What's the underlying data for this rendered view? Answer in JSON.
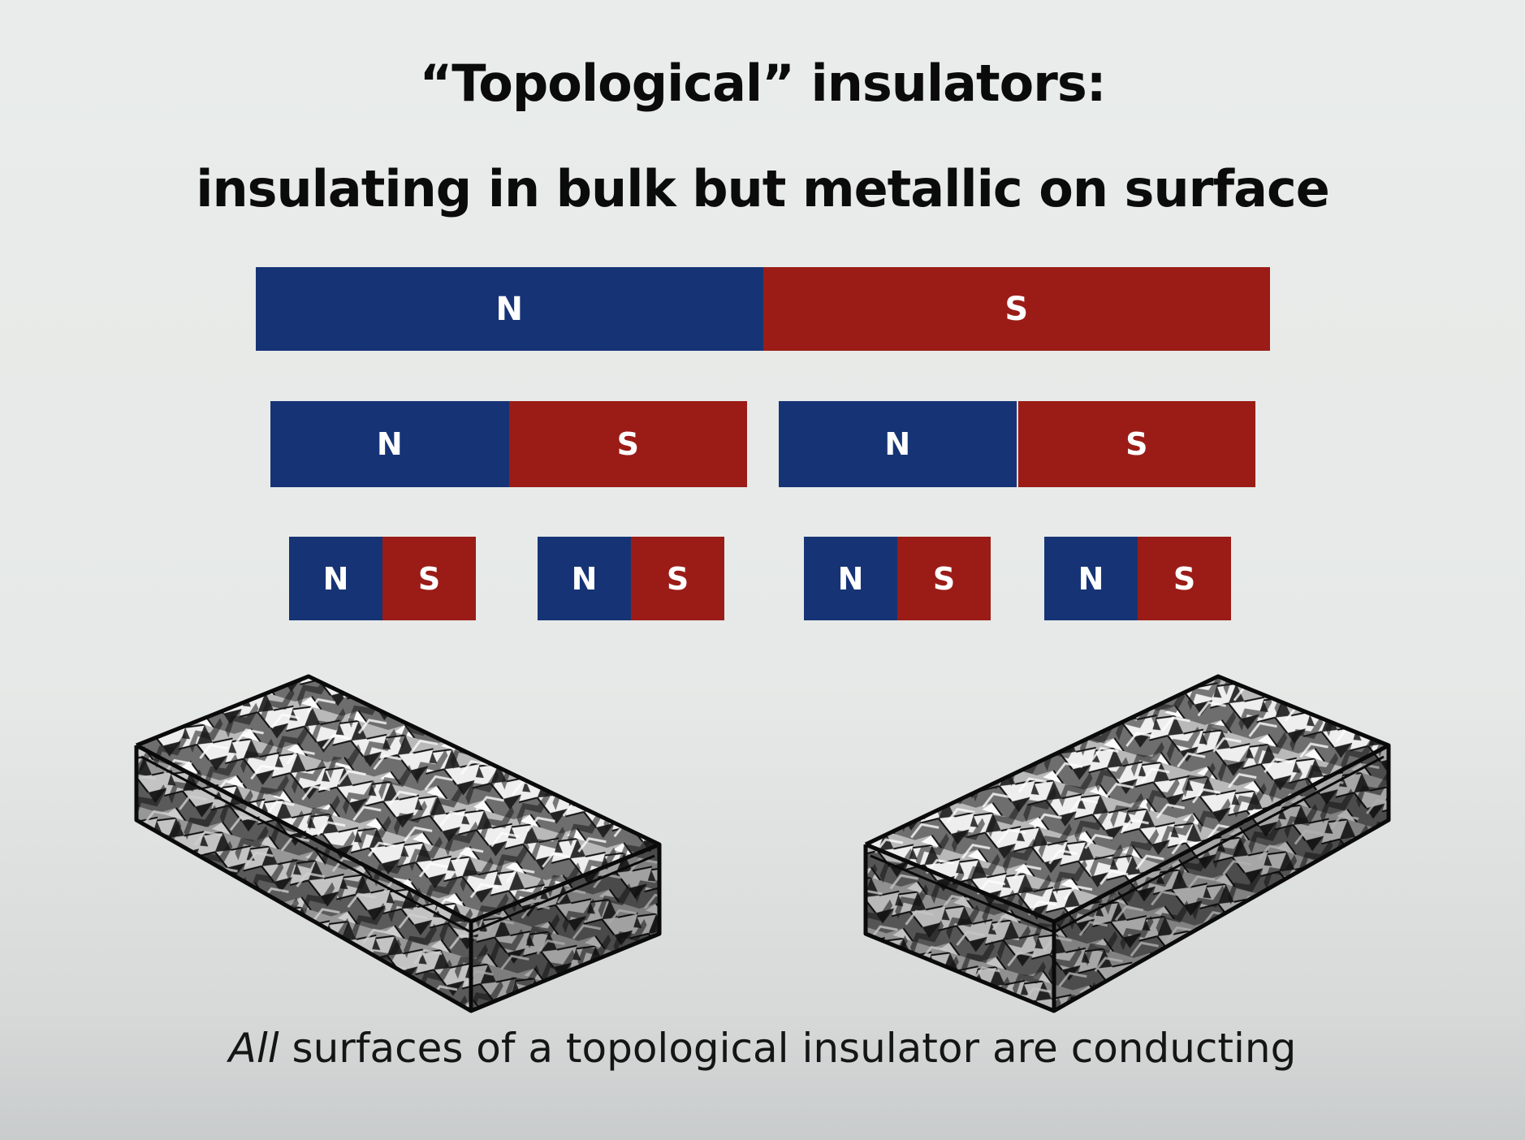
{
  "title": {
    "line1": "“Topological” insulators:",
    "line2": "insulating in bulk but metallic on surface"
  },
  "magnets": {
    "row1": [
      {
        "n": "N",
        "s": "S"
      }
    ],
    "row2": [
      {
        "n": "N",
        "s": "S"
      },
      {
        "n": "N",
        "s": "S"
      }
    ],
    "row3": [
      {
        "n": "N",
        "s": "S"
      },
      {
        "n": "N",
        "s": "S"
      },
      {
        "n": "N",
        "s": "S"
      },
      {
        "n": "N",
        "s": "S"
      }
    ]
  },
  "colors": {
    "north": "#163475",
    "south": "#9b1c17",
    "background": "#e7eae8"
  },
  "blocks": {
    "texture": "crumpled-foil",
    "count": 2
  },
  "caption": {
    "emphasis": "All",
    "rest": " surfaces of a topological insulator are conducting"
  }
}
